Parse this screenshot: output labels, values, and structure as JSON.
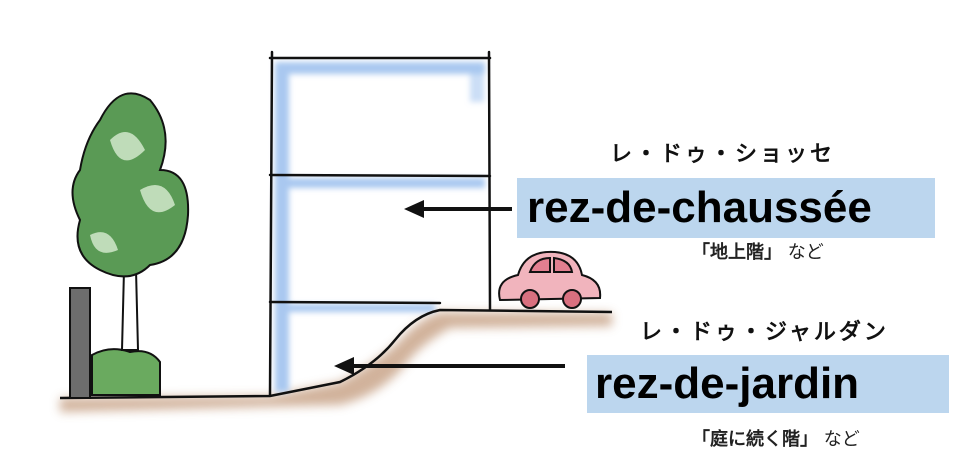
{
  "upper": {
    "reading": "レ・ドゥ・ショッセ",
    "term": "rez-de-chaussée",
    "meaning_bold": "「地上階」",
    "meaning_suffix": "など"
  },
  "lower": {
    "reading": "レ・ドゥ・ジャルダン",
    "term": "rez-de-jardin",
    "meaning_bold": "「庭に続く階」",
    "meaning_suffix": "など"
  },
  "colors": {
    "label_bg": "#bcd6ee",
    "wash": "#a9c8f0",
    "ground": "#c9a58a",
    "tree": "#5a9a55",
    "car": "#f1b4bd"
  }
}
